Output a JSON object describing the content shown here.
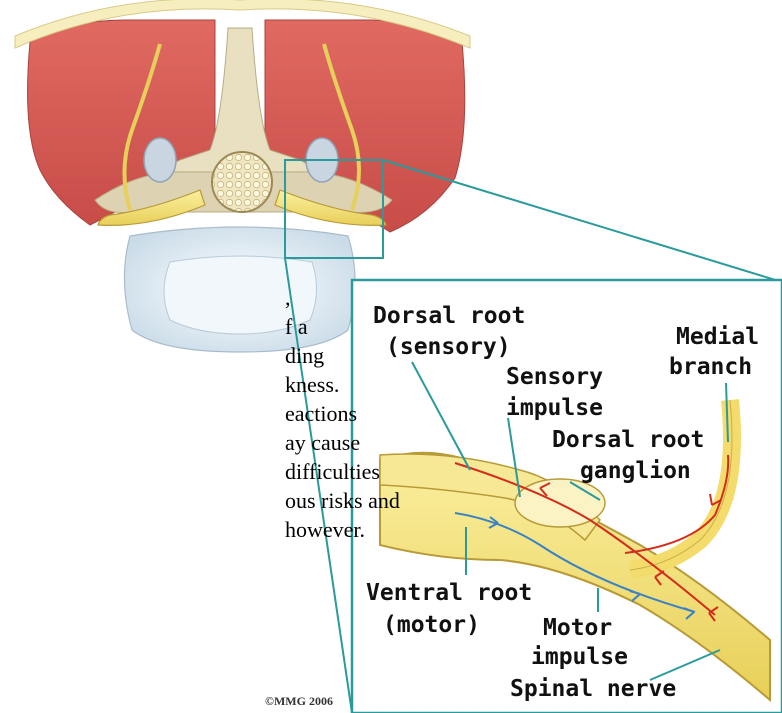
{
  "text_lines": [
    ",",
    "f  a",
    "ding",
    "kness.",
    "eactions",
    "ay   cause",
    " difficulties",
    "ous  risks  and",
    " however."
  ],
  "copyright": "©MMG 2006",
  "labels": {
    "dorsal_root": "Dorsal root",
    "dorsal_root_sub": "(sensory)",
    "sensory": "Sensory",
    "sensory_sub": "impulse",
    "medial": "Medial",
    "medial_sub": "branch",
    "dorsal_ganglion": "Dorsal root",
    "dorsal_ganglion_sub": "ganglion",
    "ventral": "Ventral root",
    "ventral_sub": "(motor)",
    "motor": "Motor",
    "motor_sub": "impulse",
    "spinal_nerve": "Spinal nerve"
  },
  "colors": {
    "muscle": "#d9605a",
    "nerve": "#f3e27a",
    "nerve_outline": "#b89a36",
    "bone": "#e4dcc0",
    "disc": "#dde8f0",
    "pointer": "#2a9a9a",
    "sensory_path": "#d42c1c",
    "motor_path": "#3a82c4"
  }
}
